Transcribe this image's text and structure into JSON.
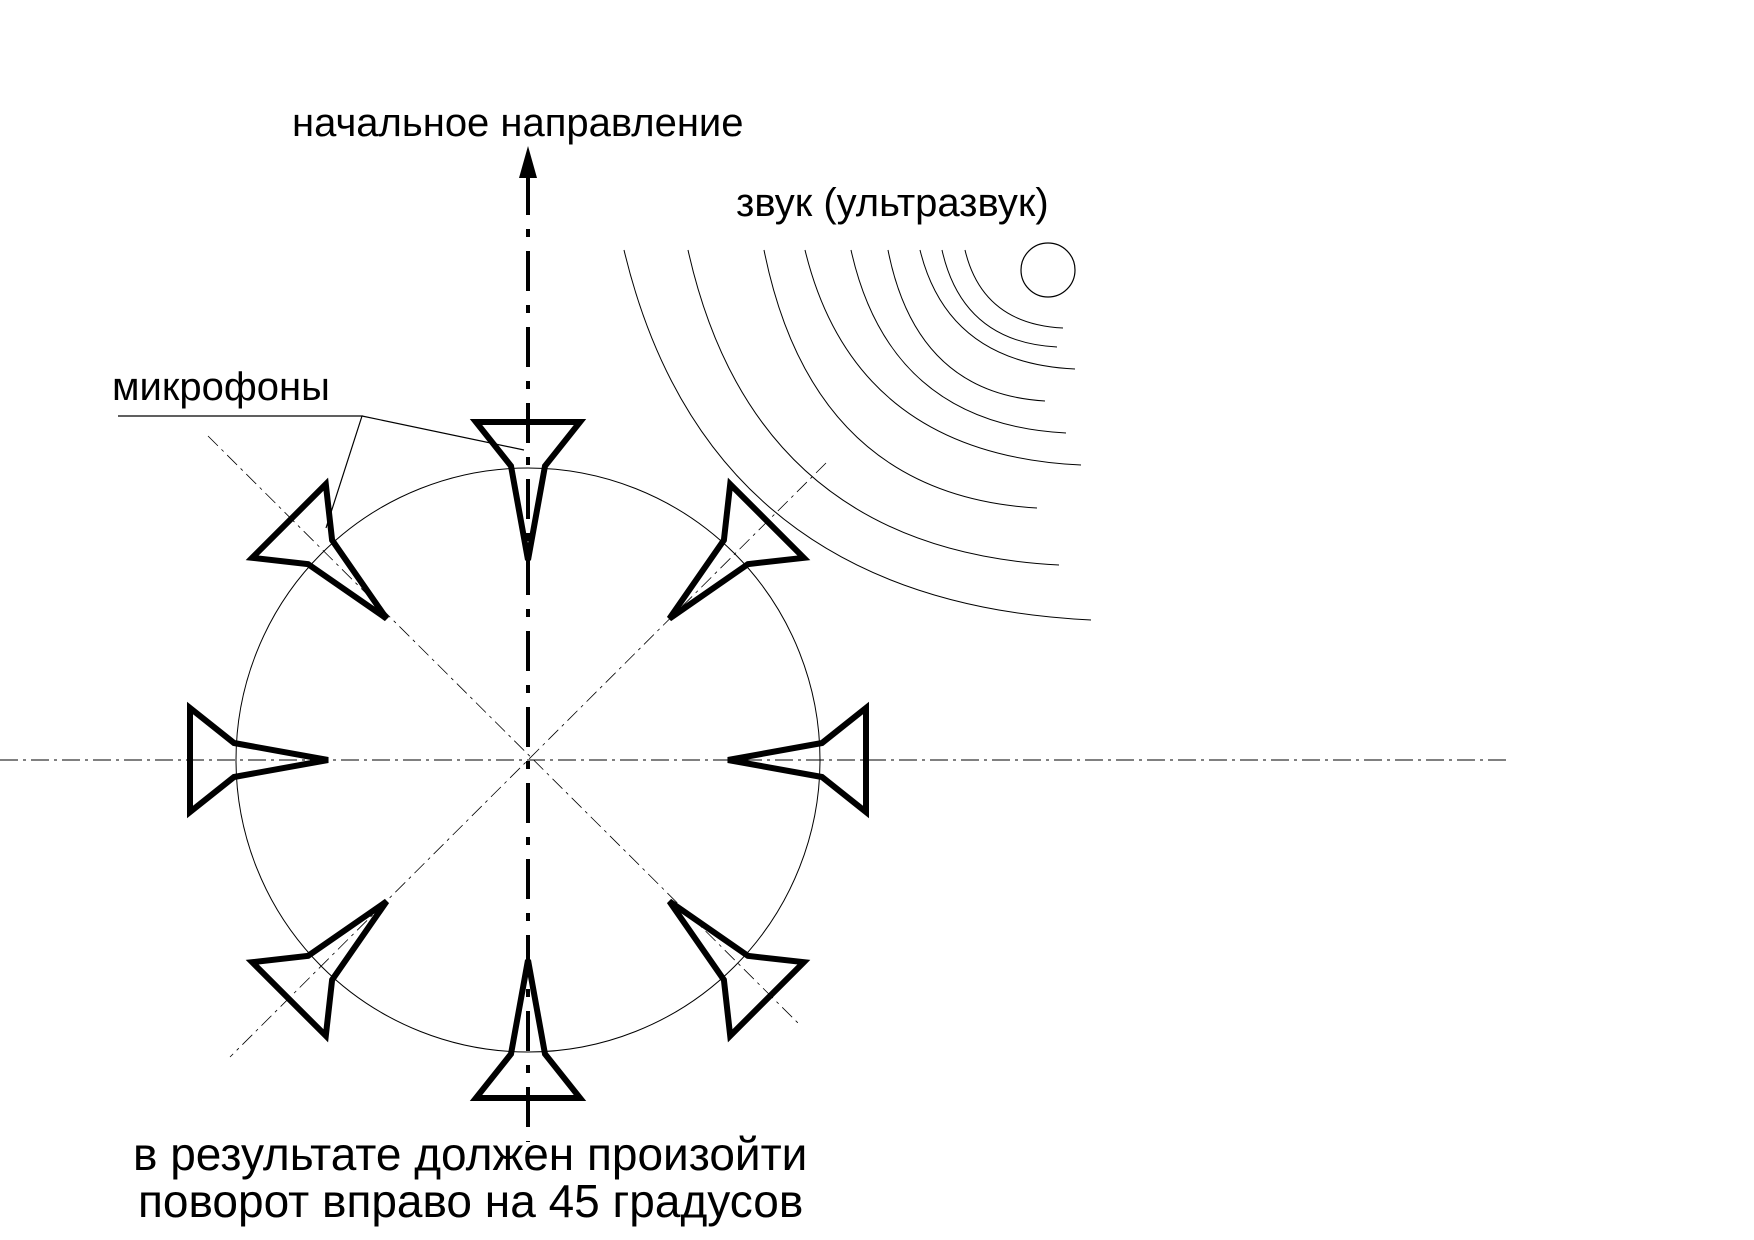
{
  "labels": {
    "initial_direction": "начальное направление",
    "sound": "звук (ультразвук)",
    "microphones": "микрофоны",
    "result_line1": "в результате должен произойти",
    "result_line2": "поворот вправо на 45 градусов"
  },
  "diagram": {
    "microphone_count": 8,
    "microphone_angles_deg": [
      0,
      45,
      90,
      135,
      180,
      225,
      270,
      315
    ],
    "rotation_deg": 45,
    "line_color": "#000000"
  }
}
